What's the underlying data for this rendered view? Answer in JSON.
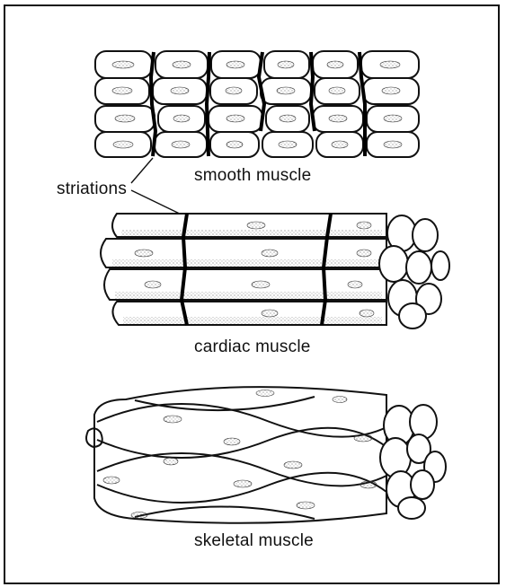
{
  "labels": {
    "striations": "striations",
    "smooth": "smooth muscle",
    "cardiac": "cardiac muscle",
    "skeletal": "skeletal muscle"
  },
  "colors": {
    "ink": "#111111",
    "paper": "#ffffff",
    "stipple": "#555555"
  }
}
